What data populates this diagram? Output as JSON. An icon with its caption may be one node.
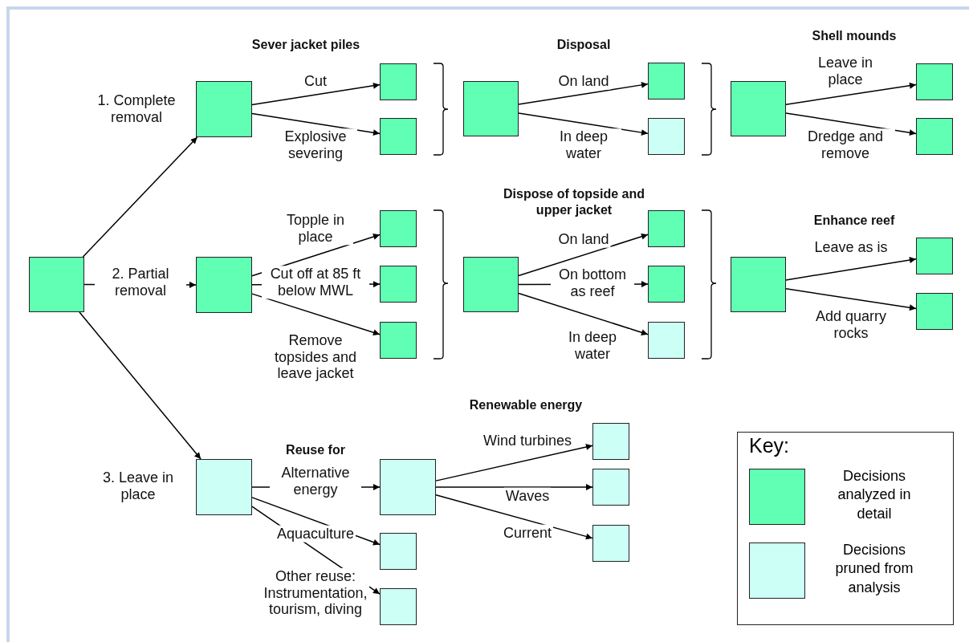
{
  "diagram": {
    "nodes": [
      {
        "text": [],
        "shape": "box"
      },
      {
        "text": [],
        "shape": "box"
      },
      {
        "text": [],
        "shape": "box"
      },
      {
        "text": [],
        "shape": "box"
      },
      {
        "text": [],
        "shape": "box"
      },
      {
        "text": [],
        "shape": "box"
      },
      {
        "text": [],
        "shape": "box"
      },
      {
        "text": [],
        "shape": "box"
      },
      {
        "text": [],
        "shape": "box"
      },
      {
        "text": [],
        "shape": "box"
      },
      {
        "text": [],
        "shape": "box"
      },
      {
        "text": [],
        "shape": "box"
      },
      {
        "text": [],
        "shape": "box"
      },
      {
        "text": [],
        "shape": "box"
      },
      {
        "text": [],
        "shape": "box"
      },
      {
        "text": [],
        "shape": "box"
      },
      {
        "text": [],
        "shape": "box"
      },
      {
        "text": [],
        "shape": "box"
      },
      {
        "text": [],
        "shape": "box"
      },
      {
        "text": [],
        "shape": "box"
      },
      {
        "text": [],
        "shape": "box"
      },
      {
        "text": [],
        "shape": "box"
      },
      {
        "text": [],
        "shape": "box"
      },
      {
        "text": [],
        "shape": "box"
      },
      {
        "text": [],
        "shape": "box"
      },
      {
        "text": [],
        "shape": "box"
      },
      {
        "text": [],
        "shape": "box"
      },
      {
        "text": [],
        "shape": "box"
      }
    ],
    "edges": [
      {
        "from": 0,
        "to": 1,
        "arrow": "to",
        "label": "1. Complete removal"
      },
      {
        "from": 0,
        "to": 10,
        "arrow": "to",
        "label": "2. Partial removal"
      },
      {
        "from": 0,
        "to": 21,
        "arrow": "to",
        "label": "3. Leave in place"
      },
      {
        "from": 1,
        "to": 2,
        "arrow": "to",
        "label": "Cut"
      },
      {
        "from": 1,
        "to": 3,
        "arrow": "to",
        "label": "Explosive severing"
      },
      {
        "from": 4,
        "to": 5,
        "arrow": "to",
        "label": "On land"
      },
      {
        "from": 4,
        "to": 6,
        "arrow": "to",
        "label": "In deep water"
      },
      {
        "from": 7,
        "to": 8,
        "arrow": "to",
        "label": "Leave in place"
      },
      {
        "from": 7,
        "to": 9,
        "arrow": "to",
        "label": "Dredge and remove"
      },
      {
        "from": 10,
        "to": 11,
        "arrow": "to",
        "label": "Topple in place"
      },
      {
        "from": 10,
        "to": 12,
        "arrow": "to",
        "label": "Cut off at 85 ft below MWL"
      },
      {
        "from": 10,
        "to": 13,
        "arrow": "to",
        "label": "Remove topsides and leave jacket"
      },
      {
        "from": 14,
        "to": 15,
        "arrow": "to",
        "label": "On land"
      },
      {
        "from": 14,
        "to": 16,
        "arrow": "to",
        "label": "On bottom as reef"
      },
      {
        "from": 14,
        "to": 17,
        "arrow": "to",
        "label": "In deep water"
      },
      {
        "from": 18,
        "to": 19,
        "arrow": "to",
        "label": "Leave as is"
      },
      {
        "from": 18,
        "to": 20,
        "arrow": "to",
        "label": "Add quarry rocks"
      },
      {
        "from": 21,
        "to": 22,
        "arrow": "to",
        "label": "Alternative energy"
      },
      {
        "from": 21,
        "to": 23,
        "arrow": "to",
        "label": "Aquaculture"
      },
      {
        "from": 21,
        "to": 24,
        "arrow": "to",
        "label": "Other reuse: Instrumentation, tourism, diving"
      },
      {
        "from": 22,
        "to": 25,
        "arrow": "to",
        "label": "Wind turbines"
      },
      {
        "from": 22,
        "to": 26,
        "arrow": "to",
        "label": "Waves"
      },
      {
        "from": 22,
        "to": 27,
        "arrow": "to",
        "label": "Current"
      }
    ],
    "labels": [
      "Shell mounds",
      "Sever jacket piles",
      "Disposal",
      "Dispose of topside and upper jacket",
      "Enhance reef",
      "Renewable energy",
      "Reuse for",
      "Key:"
    ],
    "legend": [
      {
        "text": "Decisions analyzed in detail",
        "color": "#60ffb4"
      },
      {
        "text": "Decisions pruned from analysis",
        "color": "#ccfff5"
      }
    ]
  }
}
